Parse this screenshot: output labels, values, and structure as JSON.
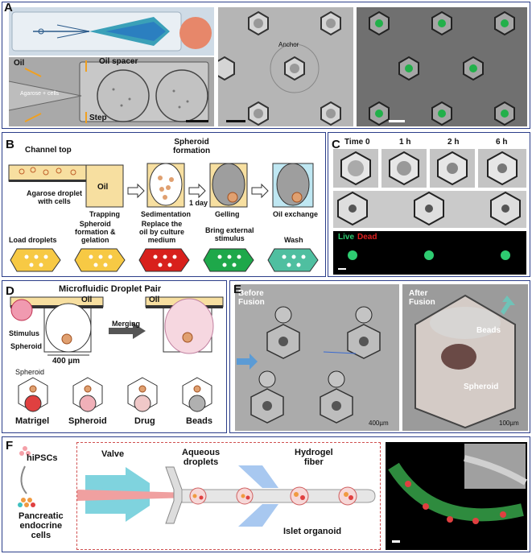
{
  "panels": {
    "A": {
      "label": "A",
      "oil": "Oil",
      "oil_spacer": "Oil spacer",
      "agarose": "Agarose + cells",
      "step": "Step",
      "anchor": "Anchor"
    },
    "B": {
      "label": "B",
      "channel_top": "Channel top",
      "oil": "Oil",
      "spheroid_formation": "Spheroid\nformation",
      "agarose_droplet": "Agarose droplet\nwith cells",
      "trapping": "Trapping",
      "sedimentation": "Sedimentation",
      "one_day": "1 day",
      "gelling": "Gelling",
      "oil_exchange": "Oil exchange",
      "steps": [
        "Load droplets",
        "Spheroid\nformation &\ngelation",
        "Replace the\noil by culture\nmedium",
        "Bring external\nstimulus",
        "Wash"
      ]
    },
    "C": {
      "label": "C",
      "times": [
        "Time 0",
        "1 h",
        "2 h",
        "6 h"
      ],
      "live": "Live",
      "dead": "Dead"
    },
    "D": {
      "label": "D",
      "title": "Microfluidic Droplet Pair",
      "oil_left": "Oil",
      "oil_right": "Oil",
      "stimulus": "Stimulus",
      "spheroid": "Spheroid",
      "width": "400 µm",
      "merging": "Merging",
      "spheroid_top": "Spheroid",
      "types": [
        "Matrigel",
        "Spheroid",
        "Drug",
        "Beads"
      ]
    },
    "E": {
      "label": "E",
      "before": "Before\nFusion",
      "after": "After\nFusion",
      "beads": "Beads",
      "spheroid": "Spheroid",
      "scale_left": "400µm",
      "scale_right": "100µm"
    },
    "F": {
      "label": "F",
      "hipscs": "hiPSCs",
      "pancreatic": "Pancreatic\nendocrine\ncells",
      "valve": "Valve",
      "aqueous": "Aqueous\ndroplets",
      "hydrogel": "Hydrogel\nfiber",
      "islet": "Islet organoid"
    }
  },
  "colors": {
    "border": "#2c3e8a",
    "oil": "#f7dfa0",
    "micro_gray": "#b9b9b9",
    "live": "#2ecc71",
    "dead": "#e02020",
    "arrow_blue": "#5b9bd5"
  }
}
